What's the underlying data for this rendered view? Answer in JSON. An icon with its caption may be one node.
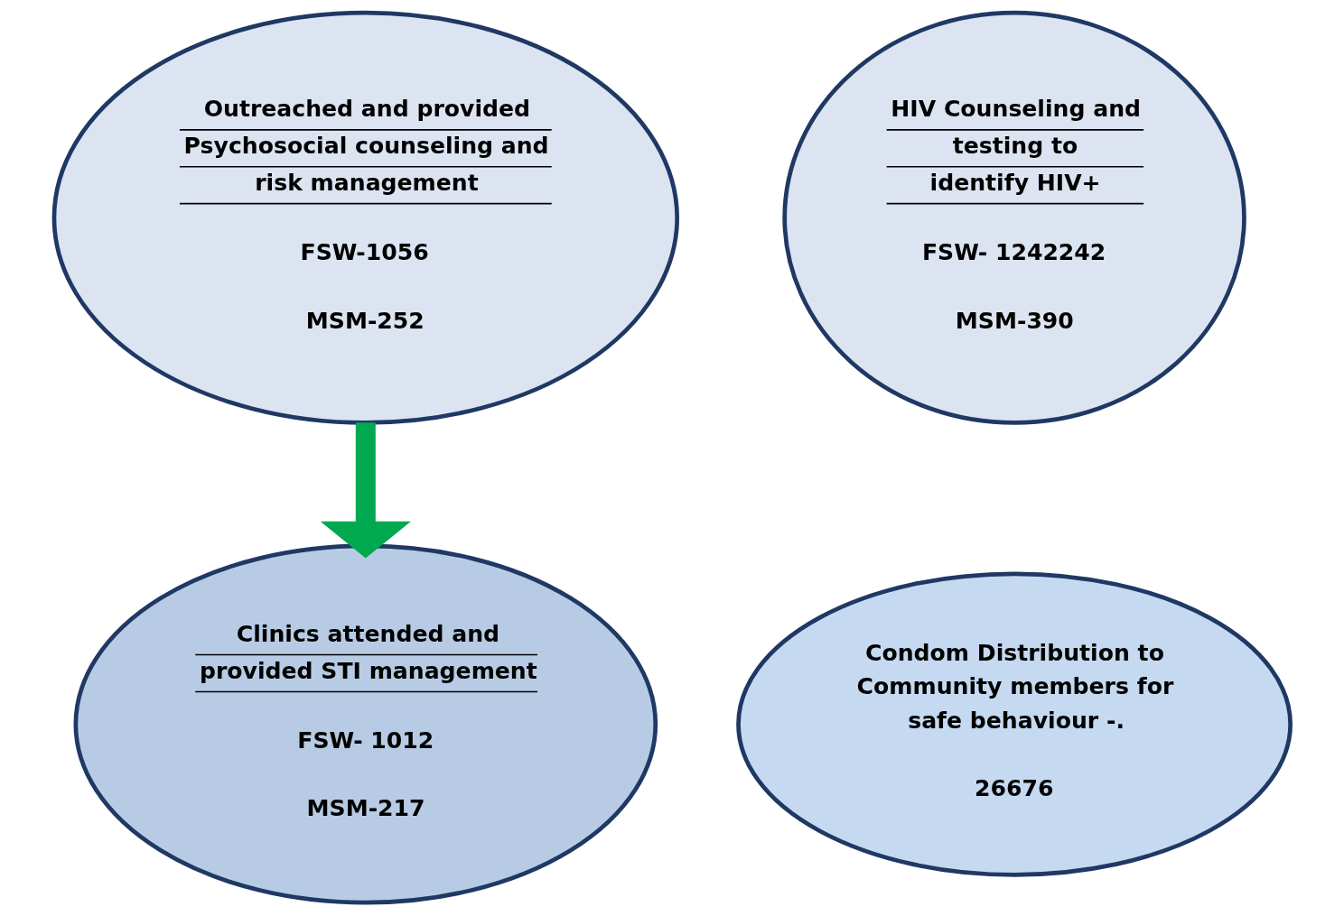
{
  "diagram": {
    "nodes": [
      {
        "text": [
          "Outreached and provided Psychosocial counseling and risk management",
          "FSW-1056",
          "MSM-252"
        ]
      },
      {
        "text": [
          "HIV Counseling and testing to identify HIV+",
          "FSW- 1242242",
          "MSM-390"
        ]
      },
      {
        "text": [
          "Clinics attended and provided STI management",
          "FSW- 1012",
          "MSM-217"
        ]
      },
      {
        "text": [
          "Condom Distribution to Community members for safe behaviour -.",
          "26676"
        ]
      }
    ],
    "edges": [
      {
        "from": 0,
        "to": 2,
        "arrow": "to",
        "color": "#00a94f"
      }
    ]
  }
}
